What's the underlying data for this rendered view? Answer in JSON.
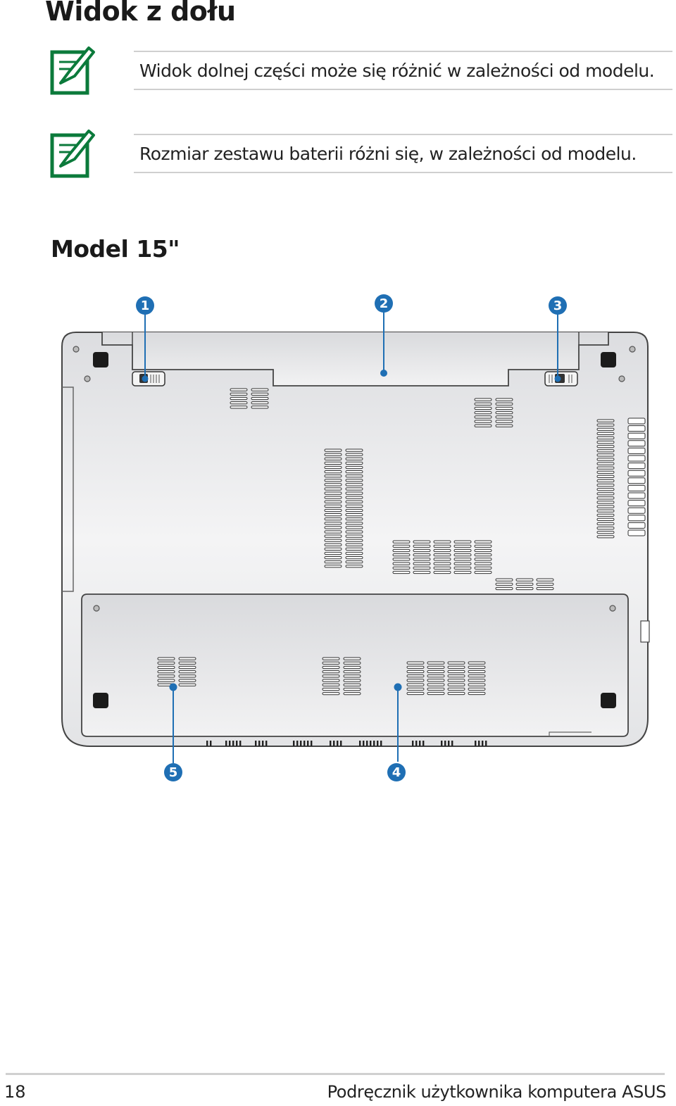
{
  "page": {
    "title": "Widok z dołu",
    "notes": [
      {
        "icon": "note-pencil-icon",
        "text": "Widok dolnej części może się różnić w zależności od modelu."
      },
      {
        "icon": "note-pencil-icon",
        "text": "Rozmiar zestawu baterii różni się, w zależności od modelu."
      }
    ],
    "model_title": "Model 15\""
  },
  "diagram": {
    "callouts": [
      "1",
      "2",
      "3",
      "4",
      "5"
    ],
    "colors": {
      "callout": "#1f6fb4",
      "note_icon": "#0b7a3b",
      "chassis_stroke": "#444444"
    }
  },
  "footer": {
    "page_number": "18",
    "title": "Podręcznik użytkownika komputera ASUS"
  }
}
